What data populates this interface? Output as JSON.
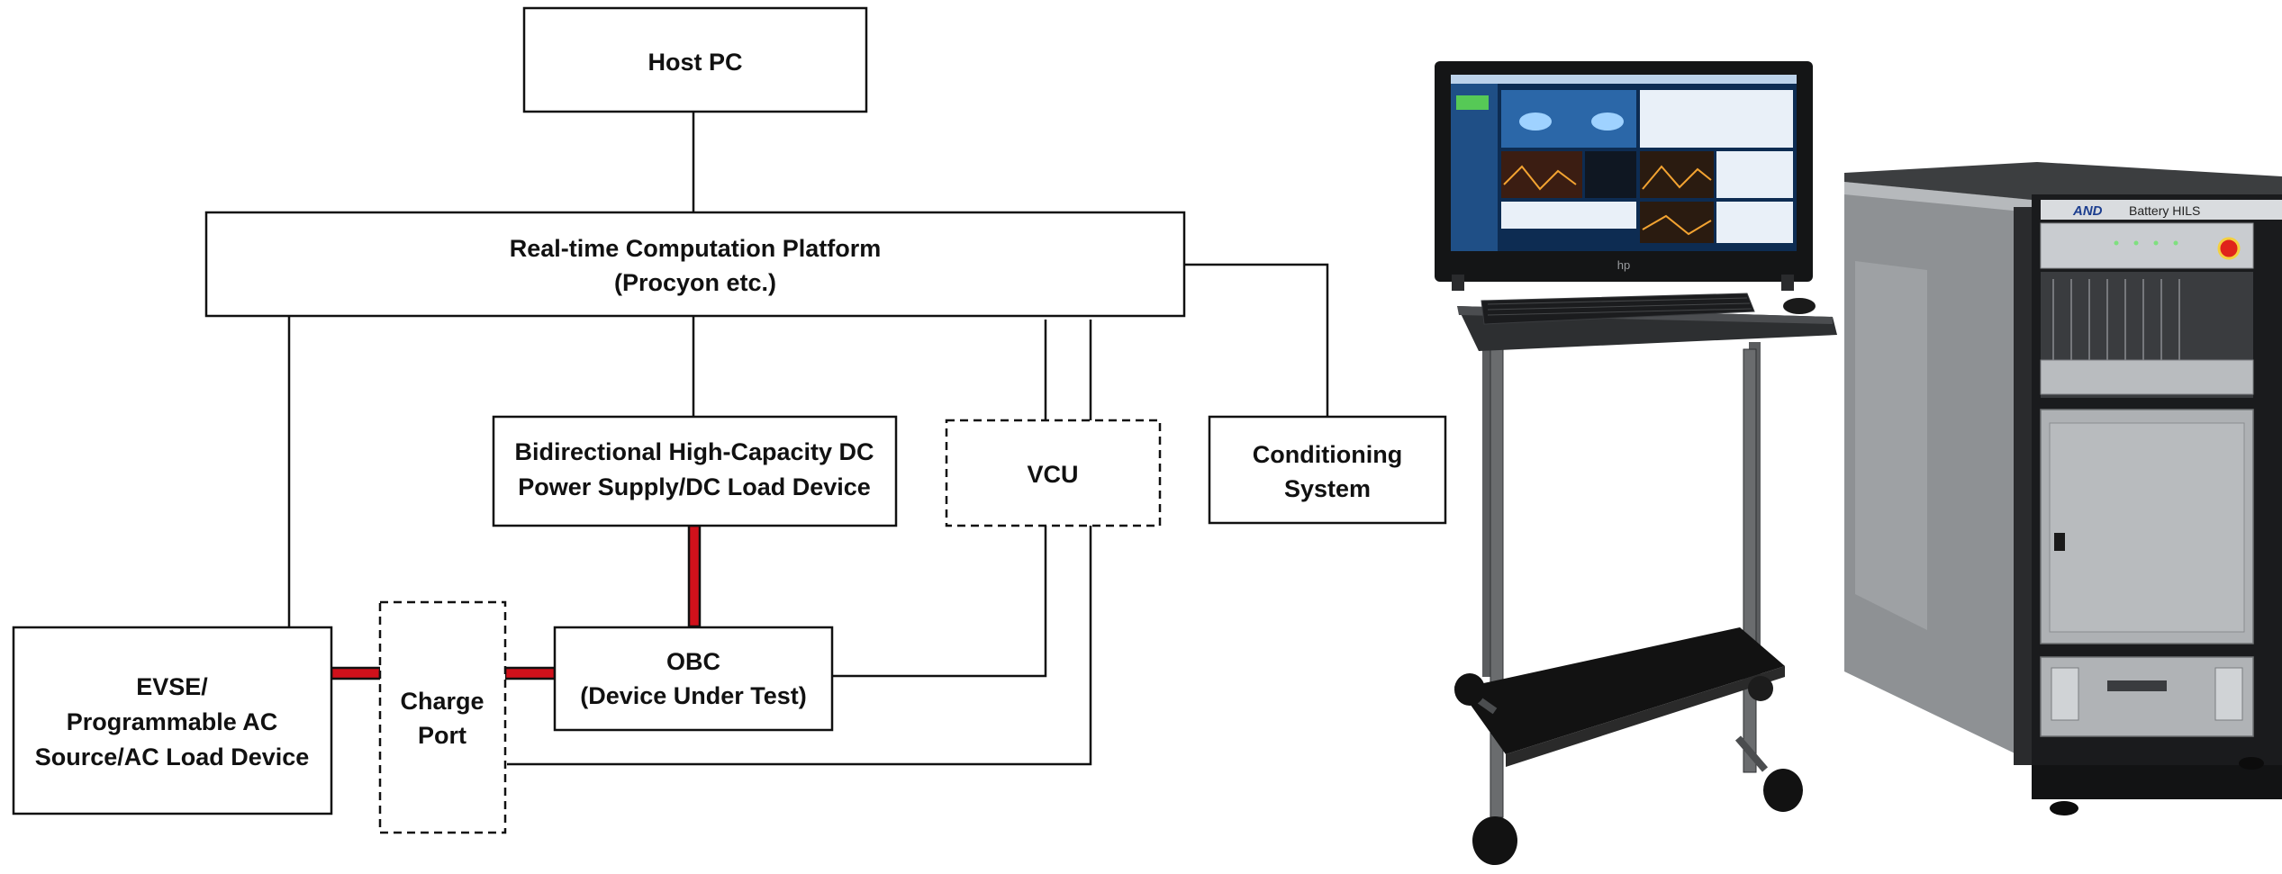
{
  "diagram": {
    "nodes": {
      "host_pc": {
        "lines": [
          "Host PC"
        ]
      },
      "rt_platform": {
        "lines": [
          "Real-time Computation Platform",
          "(Procyon etc.)"
        ]
      },
      "dc_supply": {
        "lines": [
          "Bidirectional High-Capacity DC",
          "Power Supply/DC Load Device"
        ]
      },
      "vcu": {
        "lines": [
          "VCU"
        ]
      },
      "conditioning": {
        "lines": [
          "Conditioning",
          "System"
        ]
      },
      "evse": {
        "lines": [
          "EVSE/",
          "Programmable AC",
          "Source/AC Load Device"
        ]
      },
      "charge_port": {
        "lines": [
          "Charge",
          "Port"
        ]
      },
      "obc": {
        "lines": [
          "OBC",
          "(Device Under Test)"
        ]
      }
    },
    "colors": {
      "power_line": "#d0111b",
      "signal_line": "#111111"
    }
  },
  "photo": {
    "rack_brand": "AND",
    "rack_label": "Battery HILS",
    "monitor_brand": "hp"
  }
}
